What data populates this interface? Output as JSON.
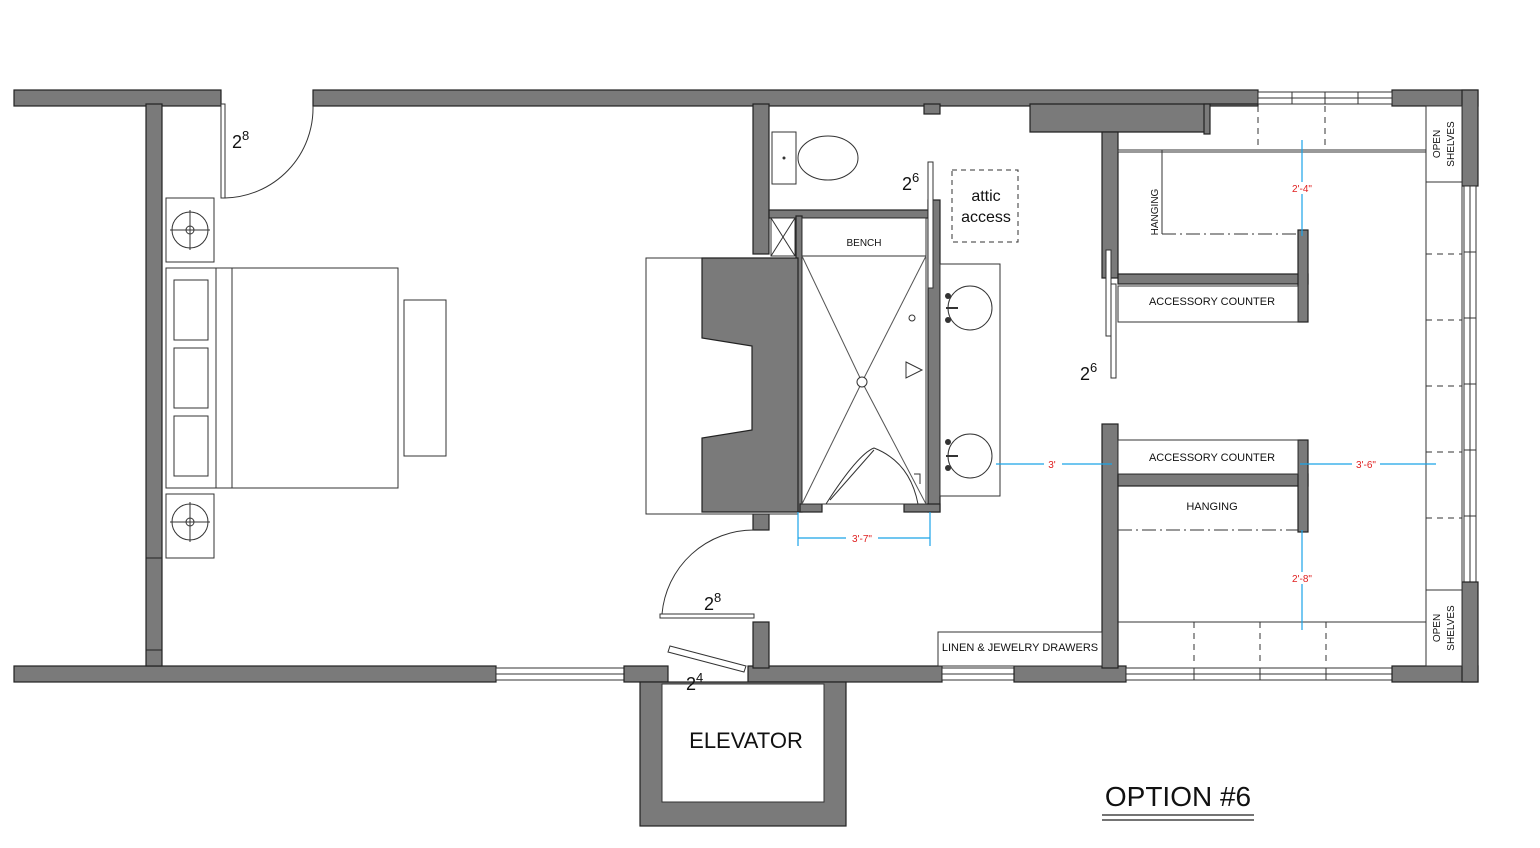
{
  "title": "OPTION #6",
  "rooms": {
    "elevator": "ELEVATOR",
    "attic_line1": "attic",
    "attic_line2": "access",
    "bench": "BENCH",
    "hanging_top": "HANGING",
    "hanging_bottom": "HANGING",
    "accessory_top": "ACCESSORY COUNTER",
    "accessory_bottom": "ACCESSORY COUNTER",
    "open_shelves_line1": "OPEN",
    "open_shelves_line2": "SHELVES",
    "linen": "LINEN & JEWELRY DRAWERS"
  },
  "door_widths": {
    "bedroom_top": {
      "base": "2",
      "sup": "8"
    },
    "bath_door": {
      "base": "2",
      "sup": "6"
    },
    "closet_door": {
      "base": "2",
      "sup": "6"
    },
    "hall_door": {
      "base": "2",
      "sup": "8"
    },
    "elevator_door": {
      "base": "2",
      "sup": "4"
    }
  },
  "dimensions": {
    "shower_width": "3'-7\"",
    "aisle": "3'",
    "closet_aisle": "3'-6\"",
    "top_depth": "2'-4\"",
    "bottom_depth": "2'-8\""
  },
  "colors": {
    "wall": "#7a7a7a",
    "dimension_line": "#1aa3e8",
    "dimension_text": "#e02020"
  }
}
